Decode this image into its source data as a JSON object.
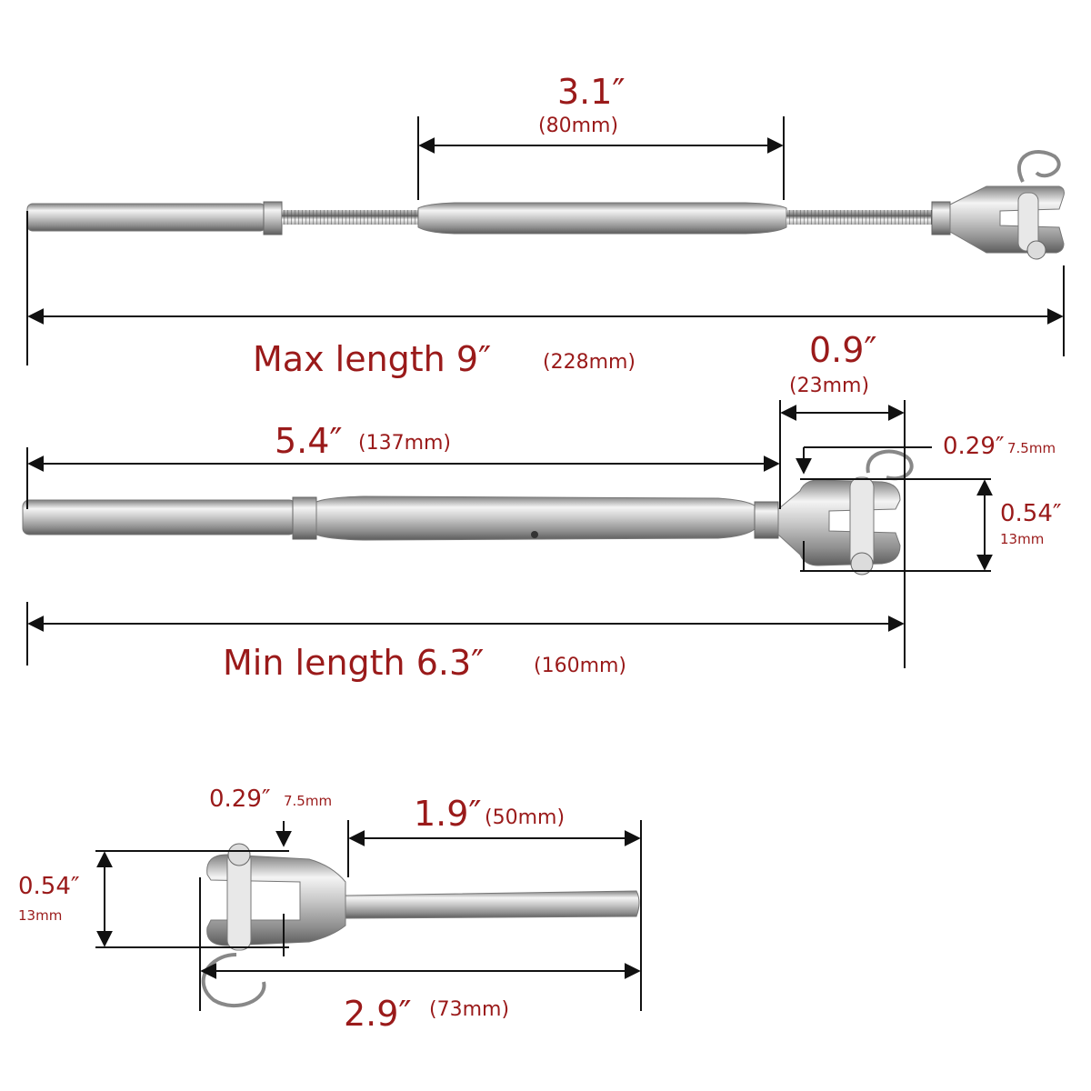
{
  "colors": {
    "label": "#9a1a1a",
    "line": "#111111",
    "steel_light": "#f2f2f2",
    "steel_dark": "#8a8a8a"
  },
  "top": {
    "body_len": "3.1″",
    "body_len_mm": "(80mm)",
    "max_len": "Max length 9″",
    "max_len_mm": "(228mm)"
  },
  "middle": {
    "jaw_width": "0.9″",
    "jaw_width_mm": "(23mm)",
    "stud_len": "5.4″",
    "stud_len_mm": "(137mm)",
    "pin_dia": "0.29″",
    "pin_dia_mm": "7.5mm",
    "jaw_height": "0.54″",
    "jaw_height_mm": "13mm",
    "min_len": "Min length 6.3″",
    "min_len_mm": "(160mm)"
  },
  "bottom": {
    "pin_dia": "0.29″",
    "pin_dia_mm": "7.5mm",
    "stud_len": "1.9″",
    "stud_len_mm": "(50mm)",
    "jaw_height": "0.54″",
    "jaw_height_mm": "13mm",
    "total_len": "2.9″",
    "total_len_mm": "(73mm)"
  }
}
